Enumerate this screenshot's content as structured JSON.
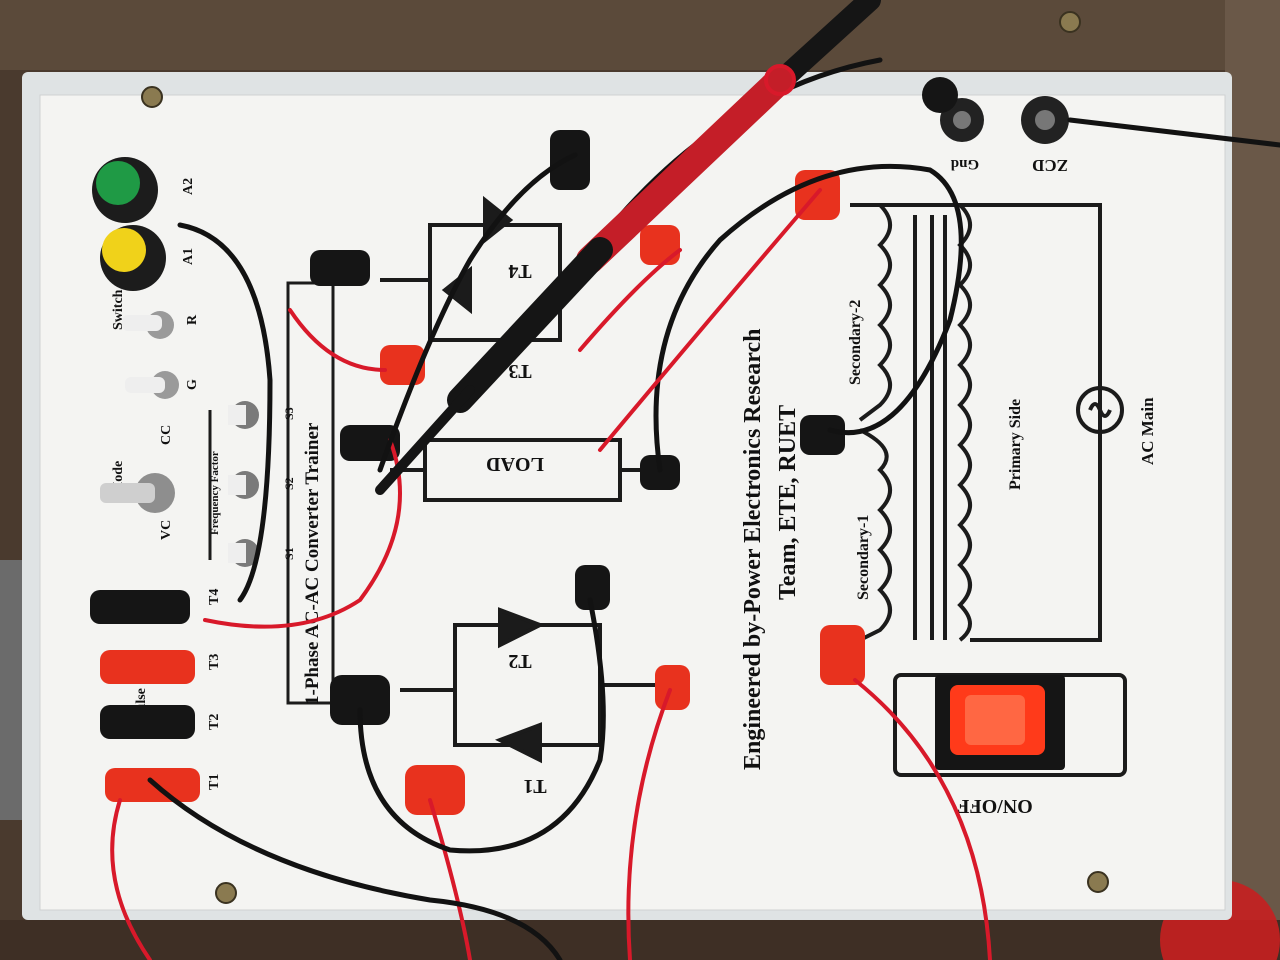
{
  "board": {
    "title_line1": "Engineered by-Power Electronics Research",
    "title_line2": "Team, ETE, RUET",
    "trainer_title": "1-Phase AC-AC Converter Trainer",
    "load_label": "LOAD",
    "secondary1": "Secondary-1",
    "secondary2": "Secondary-2",
    "primary": "Primary Side",
    "ac_main": "AC Main",
    "on_off": "ON/OFF",
    "zcd": "ZCD",
    "gnd": "Gnd",
    "t1": "T1",
    "t2": "T2",
    "t3": "T3",
    "t4": "T4"
  },
  "controls": {
    "a2": "A2",
    "a1": "A1",
    "r": "R",
    "g": "G",
    "switch": "Switch",
    "mode": "Mode",
    "vc": "VC",
    "cc": "CC",
    "frequency_factor": "Frequency Factor",
    "s1": "S1",
    "s2": "S2",
    "s3": "S3",
    "pulse": "Pulse",
    "pulse_t1": "T1",
    "pulse_t2": "T2",
    "pulse_t3": "T3",
    "pulse_t4": "T4"
  },
  "colors": {
    "board": "#f4f4f2",
    "red_jack": "#e8321e",
    "black_jack": "#151515",
    "red_wire": "#d8192a",
    "black_wire": "#121212",
    "led": "#ff3a1a"
  }
}
